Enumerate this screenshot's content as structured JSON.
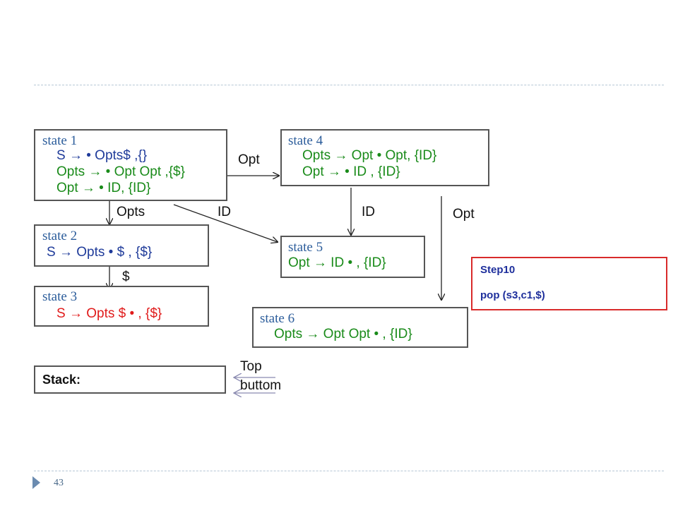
{
  "states": {
    "s1": {
      "title": "state 1",
      "lines": [
        "S → • Opts$ ,{}",
        "Opts → • Opt Opt ,{$}",
        "Opt → • ID, {ID}"
      ]
    },
    "s2": {
      "title": "state 2",
      "lines": [
        "S → Opts • $ , {$}"
      ]
    },
    "s3": {
      "title": "state 3",
      "lines": [
        "S → Opts $ • , {$}"
      ]
    },
    "s4": {
      "title": "state 4",
      "lines": [
        "Opts → Opt • Opt, {ID}",
        "Opt → • ID , {ID}"
      ]
    },
    "s5": {
      "title": "state 5",
      "lines": [
        "Opt → ID • , {ID}"
      ]
    },
    "s6": {
      "title": "state 6",
      "lines": [
        "Opts → Opt Opt • , {ID}"
      ]
    }
  },
  "edges": {
    "s1_s4": "Opt",
    "s1_s2": "Opts",
    "s1_s5": "ID",
    "s4_s5": "ID",
    "s4_s6": "Opt",
    "s2_s3": "$"
  },
  "step": {
    "title": "Step10",
    "action": "pop (s3,c1,$)"
  },
  "stack": {
    "label": "Stack:",
    "top": "Top",
    "bottom": "buttom"
  },
  "page_number": "43",
  "colors": {
    "state_title": "#2c5d9b",
    "green_text": "#1a8b1a",
    "blue_text": "#1f3b9a",
    "red_text": "#e01b1b",
    "step_border": "#d92b2b"
  }
}
